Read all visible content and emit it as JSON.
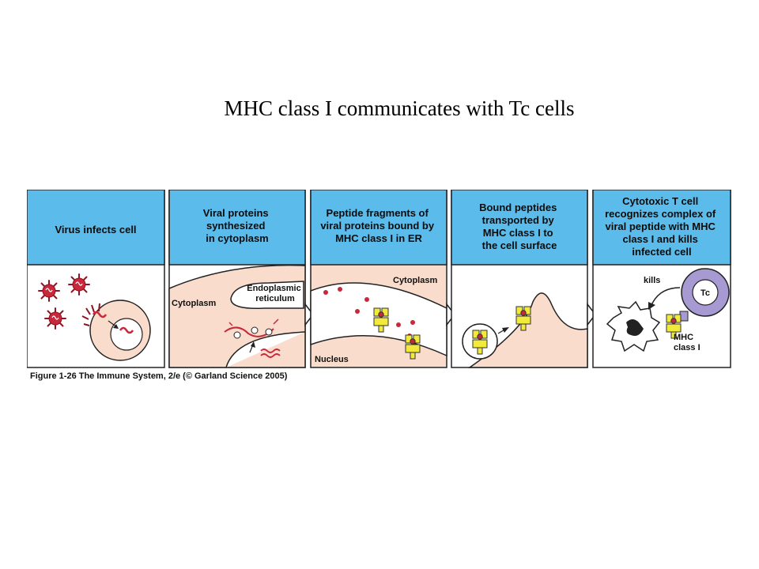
{
  "slide": {
    "title": "MHC class I communicates with Tc cells"
  },
  "figure": {
    "panels": [
      {
        "header": [
          "Virus infects cell"
        ],
        "labels": {}
      },
      {
        "header": [
          "Viral proteins",
          "synthesized",
          "in cytoplasm"
        ],
        "labels": {
          "cytoplasm": "Cytoplasm",
          "er": [
            "Endoplasmic",
            "reticulum"
          ]
        }
      },
      {
        "header": [
          "Peptide fragments of",
          "viral proteins bound by",
          "MHC class I in ER"
        ],
        "labels": {
          "cytoplasm": "Cytoplasm",
          "nucleus": "Nucleus"
        }
      },
      {
        "header": [
          "Bound peptides",
          "transported by",
          "MHC class I to",
          "the cell surface"
        ],
        "labels": {}
      },
      {
        "header": [
          "Cytotoxic T cell",
          "recognizes complex of",
          "viral peptide with MHC",
          "class I and kills",
          "infected cell"
        ],
        "labels": {
          "kills": "kills",
          "tc": "Tc",
          "mhc": [
            "MHC",
            "class I"
          ]
        }
      }
    ],
    "caption": "Figure 1-26 The Immune System, 2/e (© Garland Science 2005)"
  },
  "colors": {
    "header_blue": "#5bbbea",
    "cell_pink": "#f9dccb",
    "virus_red": "#c8283a",
    "mhc_yellow": "#f1ea3a",
    "tcell_purple": "#a79ad2",
    "outline": "#222222"
  }
}
